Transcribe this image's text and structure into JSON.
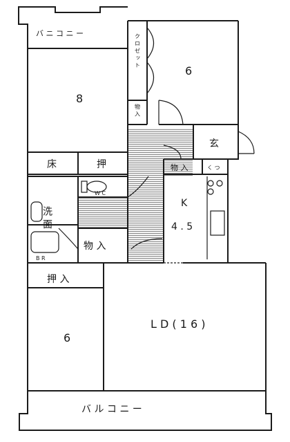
{
  "floor_plan": {
    "labels": {
      "balcony_top": "バ ニ コ ニ ー",
      "closet": "ク ロ ゼ ッ ト",
      "room_8": "8",
      "room_6_top": "6",
      "storage_top": "物 入",
      "entrance": "玄",
      "tokonoma": "床",
      "oshiire_top": "押",
      "storage_kitchen": "物 入",
      "shoes": "く つ",
      "wc": "W C",
      "kitchen": "K",
      "kitchen_size": "4 . 5",
      "wash": "洗 面",
      "storage_mid": "物 入",
      "bath": "B R",
      "oshiire_bottom": "押 入",
      "room_6_bottom": "6",
      "living_dining": "L D ( 1 6 )",
      "balcony_bottom": "バ ル コ ニ ー"
    },
    "colors": {
      "line": "#1a1a1a",
      "hatch": "#9a9a9a",
      "background": "#ffffff"
    }
  }
}
